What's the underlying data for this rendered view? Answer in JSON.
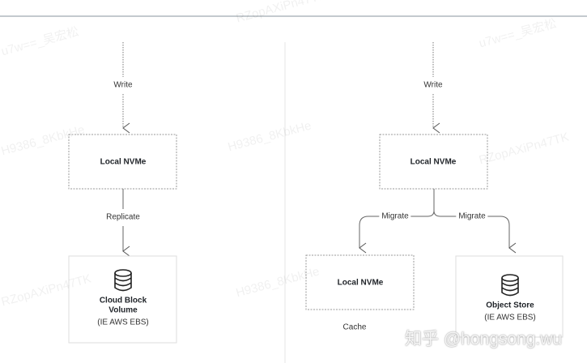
{
  "left": {
    "write_label": "Write",
    "primary_box": "Local NVMe",
    "replicate_label": "Replicate",
    "target_box": {
      "title_line1": "Cloud Block",
      "title_line2": "Volume",
      "subtitle": "(IE AWS EBS)",
      "icon": "database-icon"
    }
  },
  "right": {
    "write_label": "Write",
    "primary_box": "Local NVMe",
    "migrate_left_label": "Migrate",
    "migrate_right_label": "Migrate",
    "cache_box": "Local NVMe",
    "cache_caption": "Cache",
    "object_box": {
      "title": "Object Store",
      "subtitle": "(IE AWS EBS)",
      "icon": "database-icon"
    }
  },
  "watermarks": [
    "H9386_8KbkHe",
    "RZopAXiPn47TK",
    "u7w==_吴宏松"
  ],
  "credit": "知乎 @hongsong.wu"
}
